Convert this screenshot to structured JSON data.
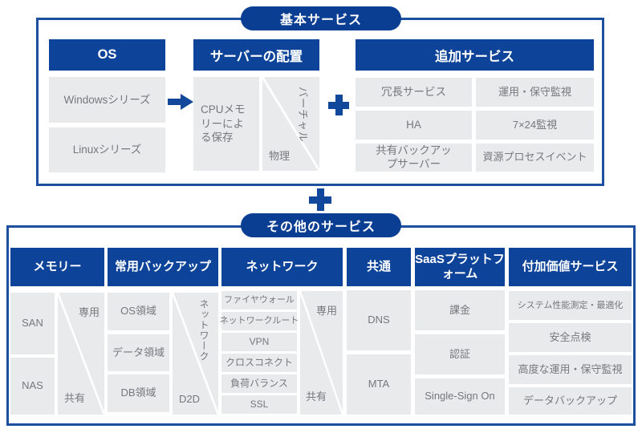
{
  "top": {
    "pill": "基本サービス",
    "os": {
      "header": "OS",
      "cells": [
        "Windowsシリーズ",
        "Linuxシリーズ"
      ]
    },
    "server": {
      "header": "サーバーの配置",
      "storage_cell": "CPUメモリーによる保存",
      "virtual_label": "バーチャル",
      "physical_label": "物理"
    },
    "additional": {
      "header": "追加サービス",
      "left_cells": [
        "冗長サービス",
        "HA",
        "共有バックアップサーバー"
      ],
      "right_cells": [
        "運用・保守監視",
        "7×24監視",
        "資源プロセスイベント"
      ]
    }
  },
  "bottom": {
    "pill": "その他のサービス",
    "memory": {
      "header": "メモリー",
      "cells": [
        "SAN",
        "NAS"
      ],
      "dedicated_label": "専用",
      "shared_label": "共有"
    },
    "backup": {
      "header": "常用バックアップ",
      "cells": [
        "OS領域",
        "データ領域",
        "DB領域"
      ],
      "network_label": "ネットワーク",
      "d2d_label": "D2D"
    },
    "network": {
      "header": "ネットワーク",
      "cells": [
        "ファイヤウォール",
        "ネットワークルート",
        "VPN",
        "クロスコネクト",
        "負荷バランス",
        "SSL"
      ],
      "dedicated_label": "専用",
      "shared_label": "共有"
    },
    "common": {
      "header": "共通",
      "cells": [
        "DNS",
        "MTA"
      ]
    },
    "saas": {
      "header": "SaaSプラットフォーム",
      "cells": [
        "課金",
        "認証",
        "Single-Sign On"
      ]
    },
    "value_added": {
      "header": "付加価値サービス",
      "cells": [
        "システム性能測定・最適化",
        "安全点検",
        "高度な運用・保守監視",
        "データバックアップ"
      ]
    }
  },
  "colors": {
    "header_blue": "#0d4499",
    "pill_blue": "#0a3e92",
    "border_blue": "#1d4fa1",
    "cell_gray": "#e8eaec",
    "text_gray": "#75787c",
    "accent_blue": "#11489c"
  }
}
